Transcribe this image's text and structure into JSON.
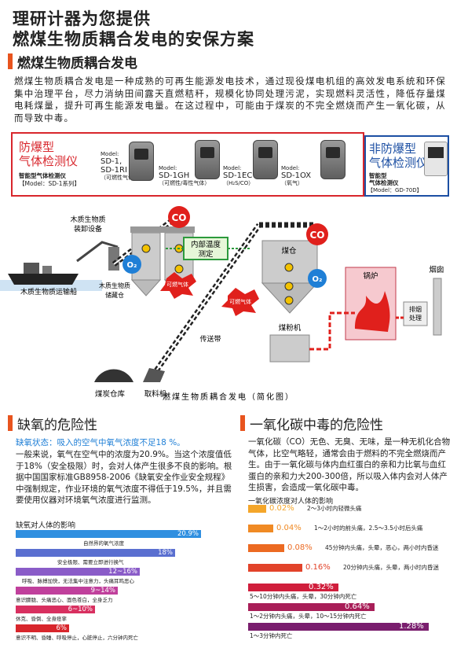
{
  "header": {
    "line1": "理研计器为您提供",
    "line2": "燃煤生物质耦合发电的安保方案"
  },
  "section1": {
    "title": "燃煤生物质耦合发电",
    "intro": "燃煤生物质耦合发电是一种成熟的可再生能源发电技术，通过现役煤电机组的高效发电系统和环保集中治理平台，尽力消纳田间露天直燃秸秆，规模化协同处理污泥，实现燃料灵活性，降低存量煤电耗煤量，提升可再生能源发电量。在这过程中，可能由于煤炭的不完全燃烧而产生一氧化碳，从而导致中毒。"
  },
  "products": {
    "explosion_proof_title_1": "防爆型",
    "explosion_proof_title_2": "气体检测仪",
    "ep_sub1": "智能型气体检测仪",
    "ep_sub2": "【Model：SD-1系列】",
    "items": [
      {
        "model_label": "Model:",
        "model1": "SD-1,",
        "model2": "SD-1RI",
        "note": "（可燃性气体）"
      },
      {
        "model_label": "Model:",
        "model1": "SD-1GH",
        "model2": "",
        "note": "（可燃性/毒性气体）"
      },
      {
        "model_label": "Model:",
        "model1": "SD-1EC",
        "model2": "",
        "note": "（H₂S/CO）"
      },
      {
        "model_label": "Model:",
        "model1": "SD-1OX",
        "model2": "",
        "note": "（氧气）"
      }
    ],
    "non_ep_title_1": "非防爆型",
    "non_ep_title_2": "气体检测仪",
    "nep_sub1": "智能型",
    "nep_sub2": "气体检测仪",
    "nep_model": "【Model：GD-70D】"
  },
  "diagram": {
    "caption": "燃煤生物质耦合发电（简化图）",
    "labels": {
      "loader": "木质生物质",
      "loader2": "装卸设备",
      "ship": "木质生物质运输船",
      "storage1": "木质生物质",
      "storage2": "储藏仓",
      "co1": "CO",
      "co2": "CO",
      "o2a": "O₂",
      "o2b": "O₂",
      "combustible1": "可燃气体",
      "combustible2": "可燃气体",
      "temp1": "内部温度",
      "temp2": "测定",
      "belt": "传送带",
      "coal_bin": "煤仓",
      "coal_mill": "煤粉机",
      "boiler": "锅炉",
      "chimney": "烟囱",
      "exhaust1": "排烟",
      "exhaust2": "处理",
      "warehouse": "煤炭仓库",
      "reclaimer": "取料机"
    }
  },
  "oxygen": {
    "title": "缺氧的危险性",
    "state": "缺氧状态：吸入的空气中氧气浓度不足18 %。",
    "text": "一般来说，氧气在空气中的浓度为20.9%。当这个浓度值低于18%（安全极限）时，会对人体产生很多不良的影响。根据中国国家标准GB8958-2006《缺氧安全作业安全规程》中强制规定，作业环境的氧气浓度不得低于19.5%，并且需要使用仪器对环境氧气浓度进行监测。",
    "impact_title": "缺氧对人体的影响",
    "rows": [
      {
        "value": "20.9%",
        "note": "自然界的氧气浓度",
        "color": "#2f8fe0",
        "level": 1.0
      },
      {
        "value": "18%",
        "note": "安全极限、需要立即进行换气",
        "color": "#5a6fd0",
        "level": 0.86
      },
      {
        "value": "12~16%",
        "note": "呼吸、脉搏加快，无法集中注意力，头痛耳鸣恶心",
        "color": "#8a5cc8",
        "level": 0.67
      },
      {
        "value": "9~14%",
        "note": "意识朦胧、头痛恶心、面色苍白，全身乏力",
        "color": "#c0409c",
        "level": 0.55
      },
      {
        "value": "6~10%",
        "note": "休克、昏倒、全身痉挛",
        "color": "#d83060",
        "level": 0.43
      },
      {
        "value": "6%",
        "note": "意识不明、昏睡、呼吸停止，心脏停止，六分钟内死亡",
        "color": "#d8262c",
        "level": 0.29
      }
    ]
  },
  "co": {
    "title": "一氧化碳中毒的危险性",
    "text": "一氧化碳（CO）无色、无臭、无味，是一种无机化合物气体，比空气略轻，通常会由于燃料的不完全燃烧而产生。由于一氧化碳与体内血红蛋白的亲和力比氧与血红蛋白的亲和力大200-300倍，所以吸入体内会对人体产生损害，会造成一氧化碳中毒。",
    "impact_title": "一氧化碳浓度对人体的影响",
    "rows": [
      {
        "value": "0.02%",
        "note": "2～3小时内轻微头痛",
        "color": "#f4a62a",
        "level": 0.1
      },
      {
        "value": "0.04%",
        "note": "1～2小时的前头痛，2.5～3.5小时后头痛",
        "color": "#f08a24",
        "level": 0.14
      },
      {
        "value": "0.08%",
        "note": "45分钟内头痛，头晕，恶心，两小时内昏迷",
        "color": "#ec6a22",
        "level": 0.2
      },
      {
        "value": "0.16%",
        "note": "20分钟内头痛，头晕，两小时内昏迷",
        "color": "#e2432a",
        "level": 0.3
      },
      {
        "value": "0.32%",
        "note": "5～10分钟内头痛，头晕，30分钟内死亡",
        "color": "#d01e3c",
        "level": 0.5
      },
      {
        "value": "0.64%",
        "note": "1～2分钟内头痛，头晕，10～15分钟内死亡",
        "color": "#a81e58",
        "level": 0.7
      },
      {
        "value": "1.28%",
        "note": "1～3分钟内死亡",
        "color": "#7a1e6e",
        "level": 1.0
      }
    ]
  }
}
